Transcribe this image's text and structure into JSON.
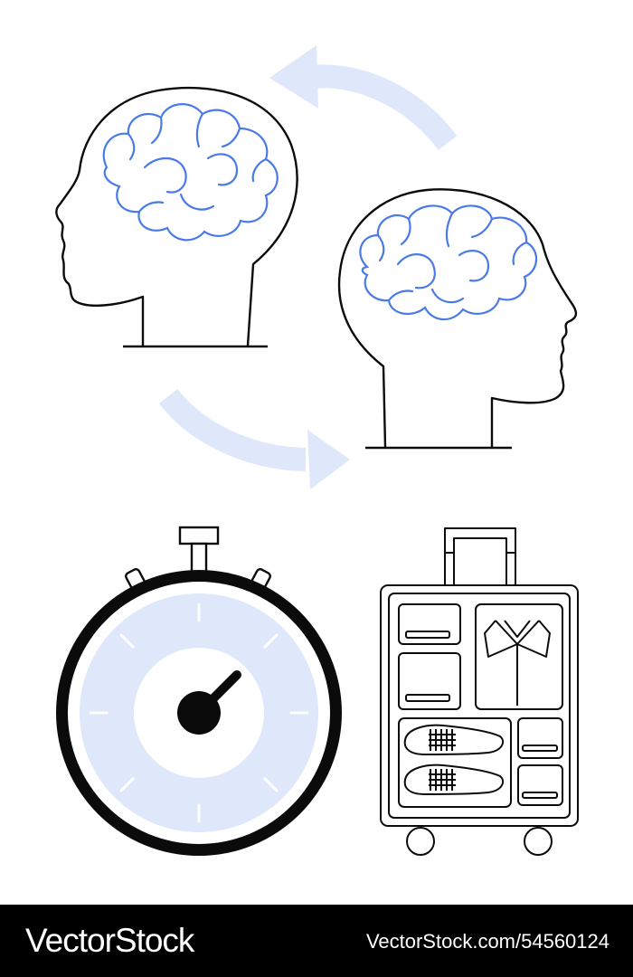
{
  "watermark": {
    "brand": "VectorStock",
    "image_id": "VectorStock.com/54560124"
  },
  "colors": {
    "line": "#0b0b0b",
    "brain_blue": "#4a7ae8",
    "light_blue": "#dfe8fa",
    "footer_bg": "#000000",
    "footer_text": "#ffffff"
  },
  "icons": [
    "head-with-brain-icon-left",
    "head-with-brain-icon-right",
    "circular-arrow-top",
    "circular-arrow-bottom",
    "stopwatch-icon",
    "packed-suitcase-icon"
  ]
}
